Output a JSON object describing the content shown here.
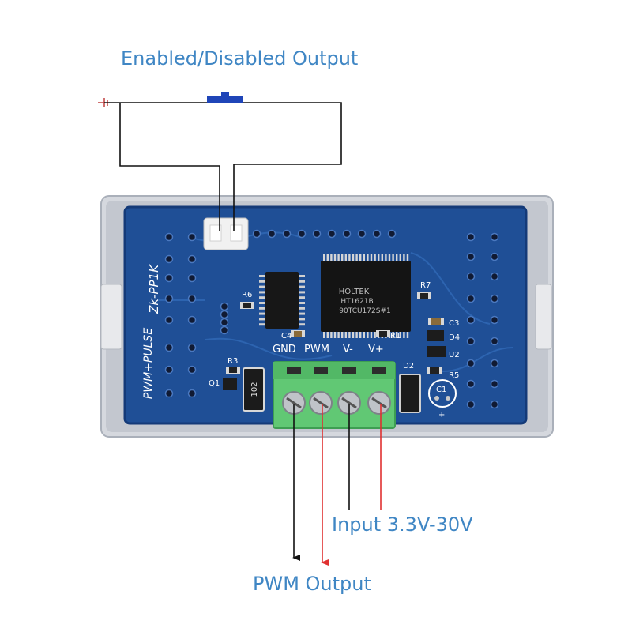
{
  "callouts": {
    "enable_label": "Enabled/Disabled Output",
    "input_label": "Input 3.3V-30V",
    "pwm_label": "PWM Output"
  },
  "board": {
    "model": "Zk-PP1K",
    "type_label": "PWM+PULSE",
    "chip_brand": "HOLTEK",
    "chip_part": "HT1621B",
    "chip_code": "90TCU172S#1",
    "component_labels": {
      "r1": "R1",
      "r3": "R3",
      "r5": "R5",
      "r6": "R6",
      "r7": "R7",
      "c1": "C1",
      "c3": "C3",
      "c4": "C4",
      "d2": "D2",
      "d4": "D4",
      "u2": "U2",
      "q1": "Q1",
      "resistor_code": "102",
      "plus": "+"
    },
    "terminals": {
      "gnd": "GND",
      "pwm": "PWM",
      "vminus": "V-",
      "vplus": "V+"
    }
  },
  "colors": {
    "callout_text": "#3f86c4",
    "pcb": "#1f4f96",
    "pcb_dark": "#143a78",
    "case": "#c5c8cf",
    "terminal_block": "#61c874",
    "switch_button": "#1f45b8",
    "red_wire": "#e03030",
    "black_wire": "#111111",
    "ground_symbol": "#c04040"
  },
  "icons": {
    "switch": "push-button-switch-icon",
    "ground": "ground-symbol-icon"
  }
}
